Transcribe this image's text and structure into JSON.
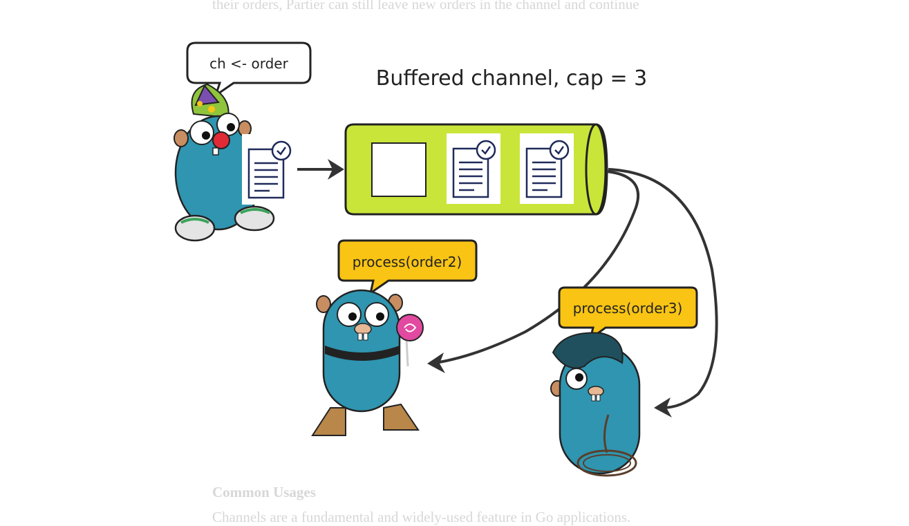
{
  "background_text": {
    "top_line": "their orders, Partier can still leave new orders in the channel and continue",
    "section_heading": "Common Usages",
    "bottom_line": "Channels are a fundamental and widely-used feature in Go applications."
  },
  "diagram": {
    "title": "Buffered channel, cap = 3",
    "sender_bubble": "ch <- order",
    "worker1_bubble": "process(order2)",
    "worker2_bubble": "process(order3)"
  },
  "colors": {
    "channel_fill": "#c9e53a",
    "bubble_yellow": "#f9c414",
    "gopher_blue": "#2f95b0",
    "stroke": "#222222"
  },
  "icons": [
    "order-document-icon",
    "checkmark-icon",
    "arrow-right-icon"
  ]
}
